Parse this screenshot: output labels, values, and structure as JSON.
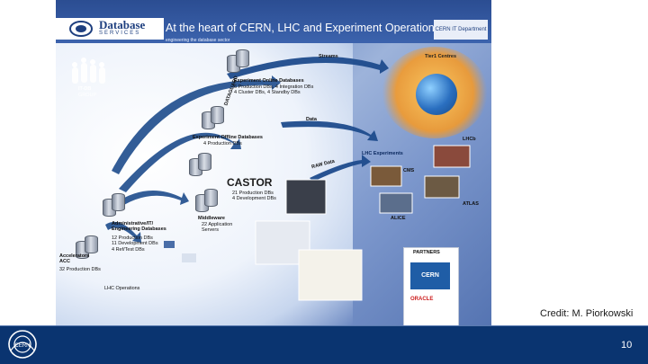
{
  "poster": {
    "logo_text": "Database",
    "logo_sub": "SERVICES",
    "title": "At the heart of CERN, LHC and Experiment Operations",
    "tagline": "engineering the database sector",
    "it_logo": "CERN IT Department",
    "group": {
      "label": "IT-DB",
      "sub": "GROUP"
    },
    "arrows": {
      "streams": "Streams",
      "dataguard": "DATAGUARD",
      "data": "Data",
      "raw_data": "RAW Data"
    },
    "online": {
      "title": "Experiment Online Databases",
      "details": "6 Production DBs, 4 Integration DBs\n4 Cluster DBs, 4 Standby DBs"
    },
    "offline": {
      "title": "Experiment Offline Databases",
      "details": "4 Production DBs"
    },
    "castor": {
      "name": "CASTOR",
      "details": "21 Production DBs\n4 Development DBs"
    },
    "admin": {
      "title": "Administrative/IT/\nEngineering Databases",
      "details": "12 Production DBs\n11 Development DBs\n4 Ref/Test DBs"
    },
    "middleware": {
      "title": "Middleware",
      "details": "22 Application\nServers"
    },
    "accelerators": {
      "title": "Accelerators\nACC",
      "details": "32 Production DBs"
    },
    "tier": {
      "label": "Tier1 Centres"
    },
    "lhc": {
      "title": "LHC Experiments",
      "experiments": [
        "LHCb",
        "CMS",
        "ATLAS",
        "ALICE"
      ]
    },
    "partners": {
      "label": "PARTNERS",
      "cern": "CERN",
      "oracle": "ORACLE"
    },
    "lhc_operations": "LHC Operations"
  },
  "credit": "Credit: M. Piorkowski",
  "page_number": "10",
  "colors": {
    "footer": "#0a3470",
    "poster_blue": "#3c63ad",
    "tier_orange": "#f29a2c",
    "castor_orange": "#e8741c"
  },
  "icons": {
    "cern_logo": "cern-logo-icon",
    "database": "database-server-icon",
    "globe": "globe-icon"
  }
}
